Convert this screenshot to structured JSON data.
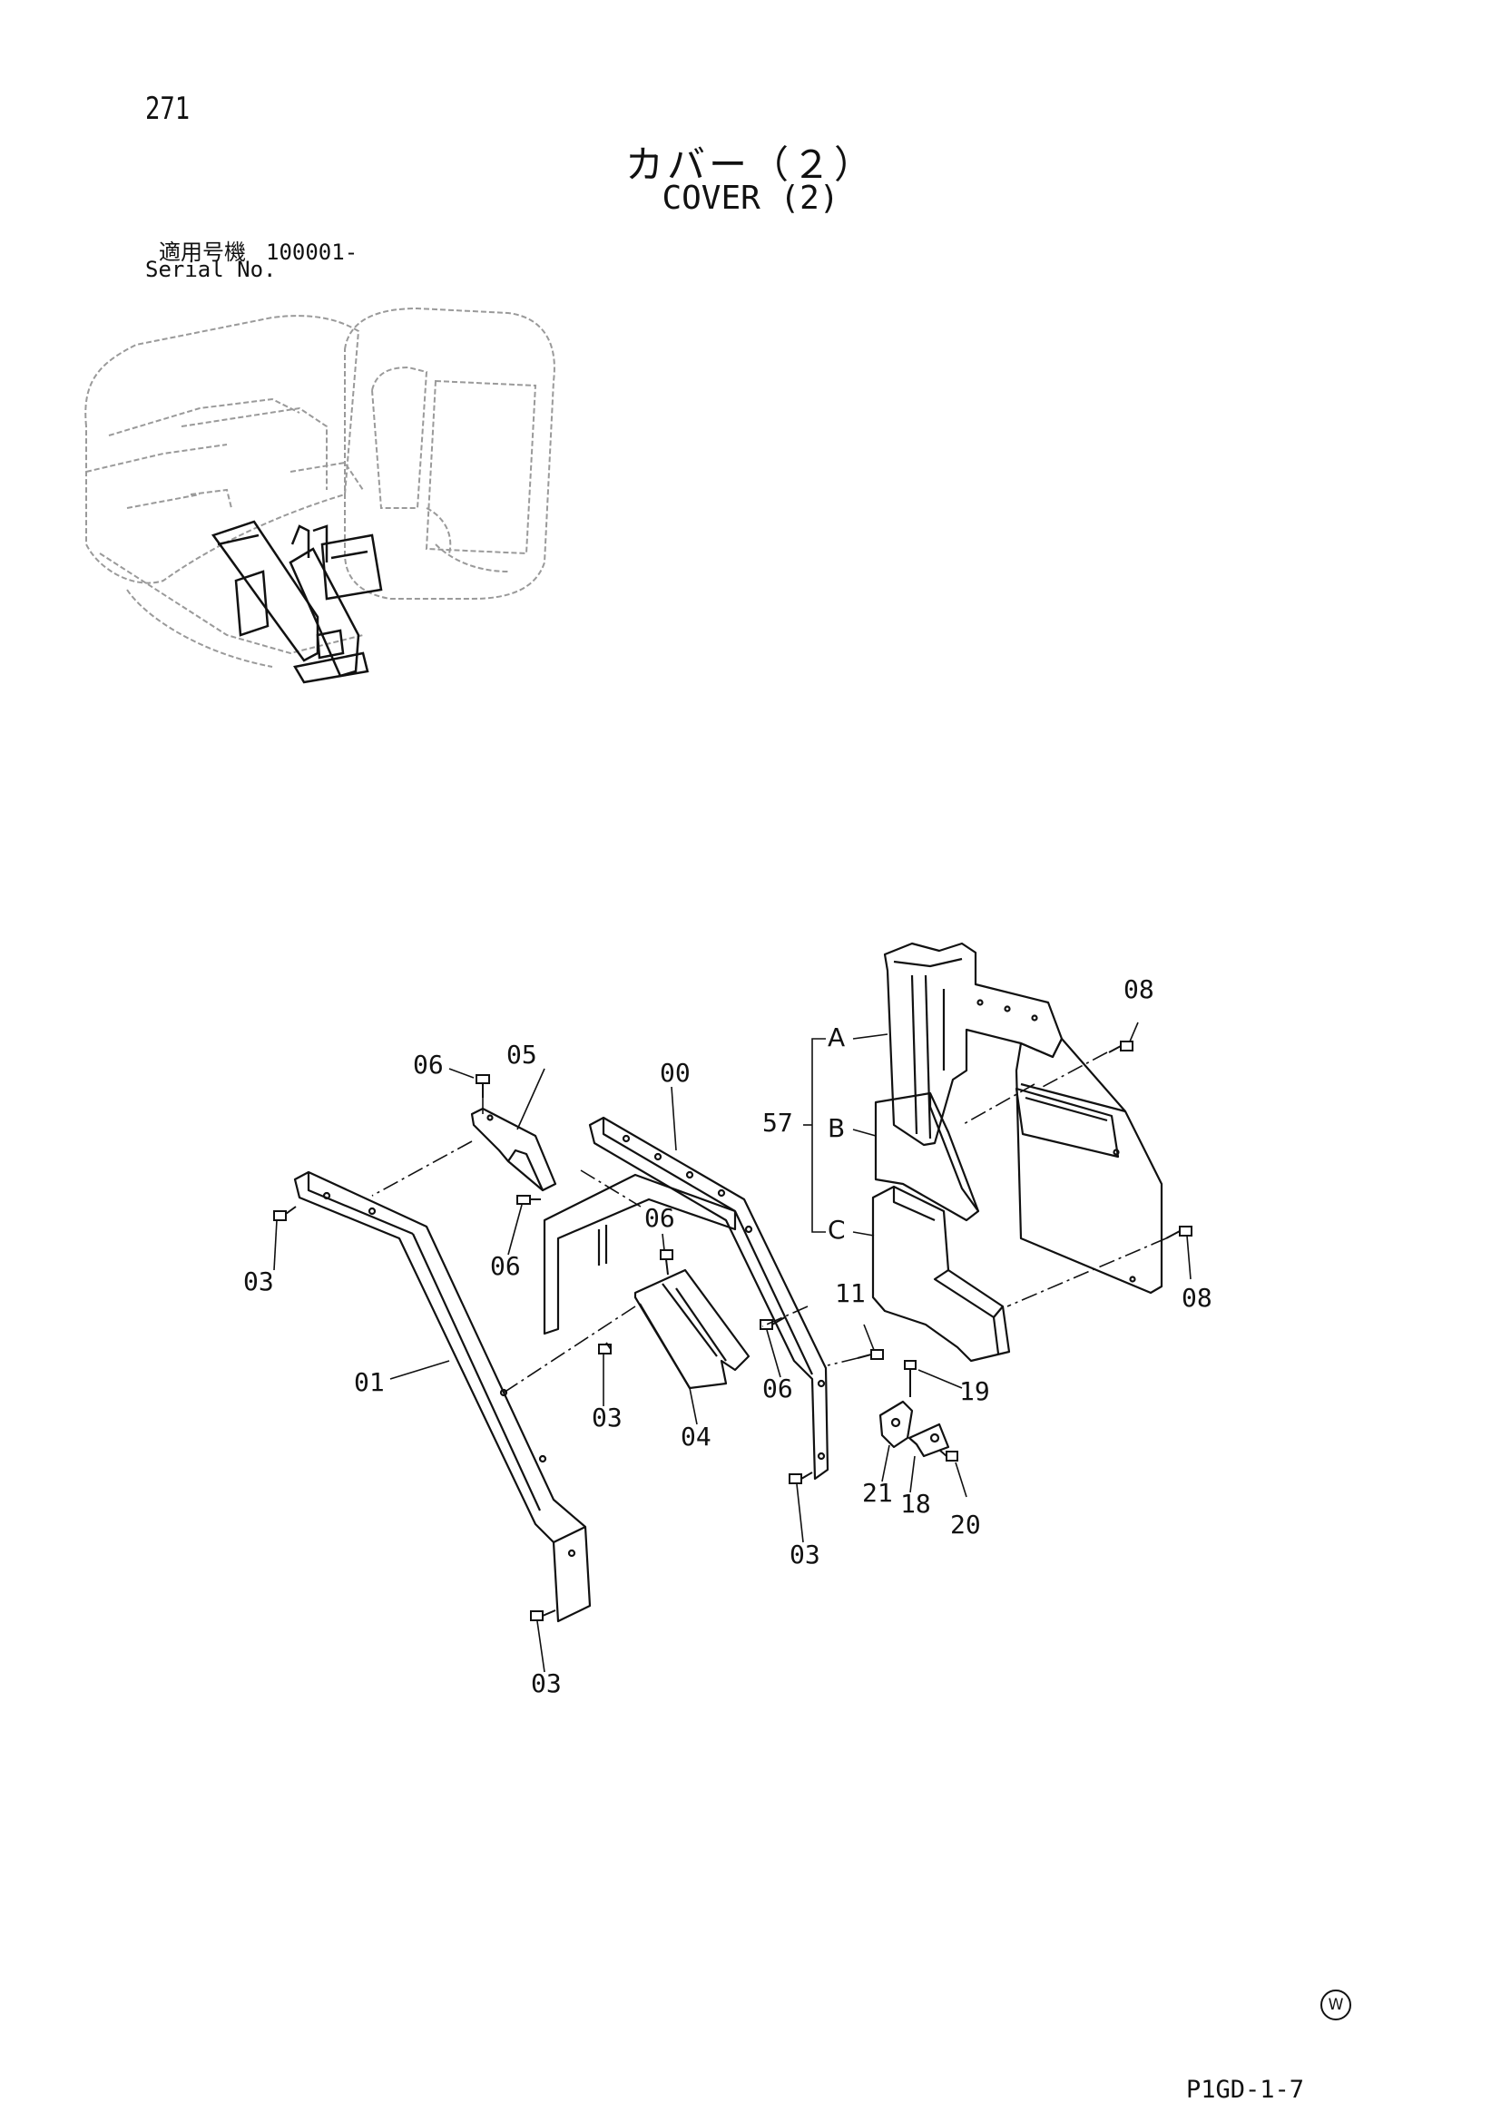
{
  "page": {
    "number": "271",
    "title_jp": "カバー（２）",
    "title_en": "COVER (2)",
    "serial_label_jp": "適用号機",
    "serial_number": "100001-",
    "serial_label_en": "Serial No.",
    "footer_code": "P1GD-1-7",
    "watermark": "W"
  },
  "callouts": {
    "c00": "00",
    "c01": "01",
    "c03a": "03",
    "c03b": "03",
    "c03c": "03",
    "c03d": "03",
    "c04": "04",
    "c05": "05",
    "c06a": "06",
    "c06b": "06",
    "c06c": "06",
    "c06d": "06",
    "c08a": "08",
    "c08b": "08",
    "c11": "11",
    "c18": "18",
    "c19": "19",
    "c20": "20",
    "c21": "21",
    "c57": "57",
    "subA": "A",
    "subB": "B",
    "subC": "C"
  },
  "colors": {
    "line": "#111111",
    "ghost": "#9a9a9a",
    "paper": "#ffffff"
  }
}
